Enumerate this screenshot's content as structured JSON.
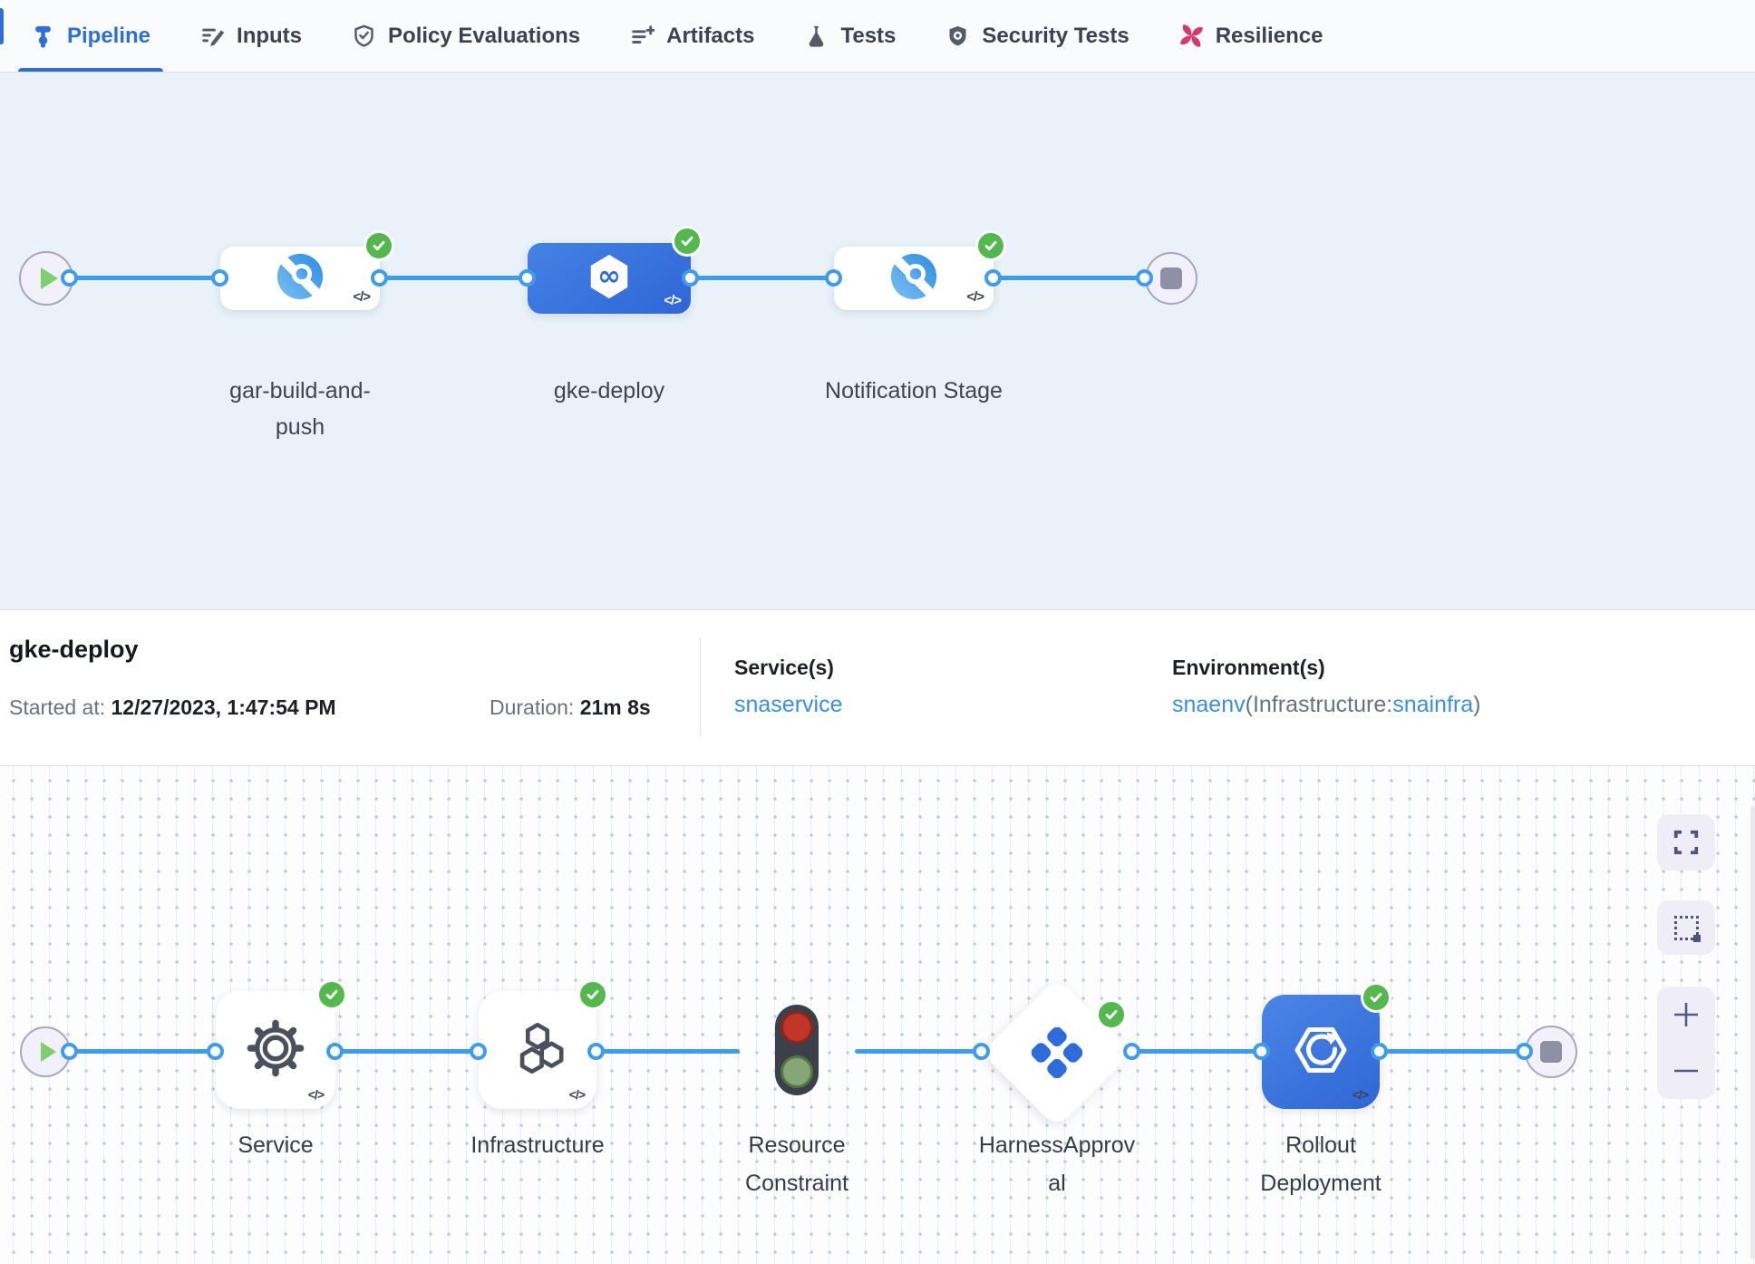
{
  "tab_bar": {
    "tabs": [
      {
        "label": "Pipeline",
        "icon": "pipeline-icon",
        "active": true
      },
      {
        "label": "Inputs",
        "icon": "inputs-pencil-icon",
        "active": false
      },
      {
        "label": "Policy Evaluations",
        "icon": "shield-check-icon",
        "active": false
      },
      {
        "label": "Artifacts",
        "icon": "list-plus-icon",
        "active": false
      },
      {
        "label": "Tests",
        "icon": "flask-icon",
        "active": false
      },
      {
        "label": "Security Tests",
        "icon": "security-shield-icon",
        "active": false
      },
      {
        "label": "Resilience",
        "icon": "pinwheel-icon",
        "active": false
      }
    ]
  },
  "stage_graph": {
    "code_glyph": "</>",
    "stages": [
      {
        "name": "gar-build-and-push",
        "status": "success",
        "selected": false
      },
      {
        "name": "gke-deploy",
        "status": "success",
        "selected": true
      },
      {
        "name": "Notification Stage",
        "status": "success",
        "selected": false
      }
    ]
  },
  "details": {
    "title": "gke-deploy",
    "started_label": "Started at:",
    "started_value": "12/27/2023, 1:47:54 PM",
    "duration_label": "Duration:",
    "duration_value": "21m 8s",
    "services_label": "Service(s)",
    "service_name": "snaservice",
    "environments_label": "Environment(s)",
    "environment_name": "snaenv",
    "environment_infra_prefix": "(Infrastructure:",
    "environment_infra_name": "snainfra",
    "environment_infra_suffix": ")"
  },
  "execution_graph": {
    "code_glyph": "</>",
    "steps": [
      {
        "label": "Service",
        "status": "success"
      },
      {
        "label": "Infrastructure",
        "status": "success"
      },
      {
        "label": "Resource Constraint",
        "status": "none"
      },
      {
        "label": "HarnessApproval",
        "status": "success"
      },
      {
        "label": "Rollout Deployment",
        "status": "success"
      }
    ]
  },
  "colors": {
    "accent_blue": "#2e6fd4",
    "edge_blue": "#3f9ceb",
    "success_green": "#55b84f",
    "resilience_pink": "#d6396e",
    "stage_canvas_bg": "#e8f2f8"
  }
}
